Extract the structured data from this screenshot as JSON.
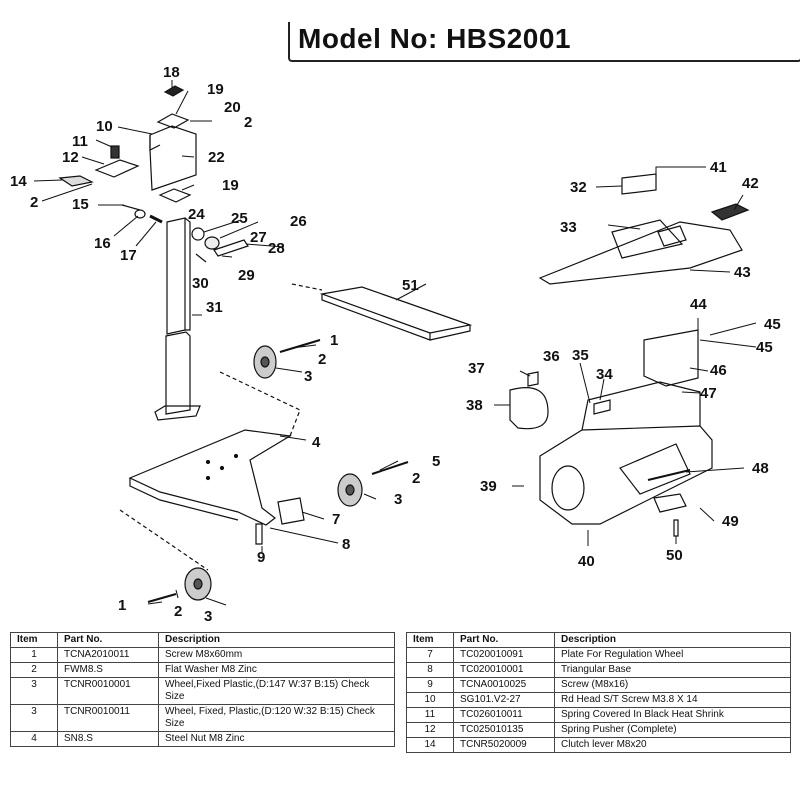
{
  "title": "Model No: HBS2001",
  "callouts": {
    "c1a": "1",
    "c1b": "1",
    "c2a": "2",
    "c2b": "2",
    "c2c": "2",
    "c2d": "2",
    "c3a": "3",
    "c3b": "3",
    "c3c": "3",
    "c4": "4",
    "c5": "5",
    "c7": "7",
    "c8": "8",
    "c9": "9",
    "c10": "10",
    "c11": "11",
    "c12": "12",
    "c14": "14",
    "c15": "15",
    "c16": "16",
    "c17": "17",
    "c18": "18",
    "c19a": "19",
    "c19b": "19",
    "c22": "22",
    "c24": "24",
    "c25": "25",
    "c26": "26",
    "c27": "27",
    "c28": "28",
    "c29": "29",
    "c30": "30",
    "c31": "31",
    "c32": "32",
    "c33": "33",
    "c34": "34",
    "c35": "35",
    "c36": "36",
    "c37": "37",
    "c38": "38",
    "c39": "39",
    "c40": "40",
    "c41": "41",
    "c42": "42",
    "c43": "43",
    "c44": "44",
    "c45a": "45",
    "c45b": "45",
    "c46": "46",
    "c47": "47",
    "c48": "48",
    "c49": "49",
    "c50": "50",
    "c51": "51"
  },
  "table_headers": {
    "item": "Item",
    "part_no": "Part No.",
    "description": "Description"
  },
  "parts_left": [
    {
      "item": "1",
      "part_no": "TCNA2010011",
      "description": "Screw M8x60mm"
    },
    {
      "item": "2",
      "part_no": "FWM8.S",
      "description": "Flat Washer M8 Zinc"
    },
    {
      "item": "3",
      "part_no": "TCNR0010001",
      "description": "Wheel,Fixed Plastic,(D:147 W:37 B:15) Check Size"
    },
    {
      "item": "3",
      "part_no": "TCNR0010011",
      "description": "Wheel, Fixed, Plastic,(D:120 W:32 B:15) Check Size"
    },
    {
      "item": "4",
      "part_no": "SN8.S",
      "description": "Steel Nut M8 Zinc"
    }
  ],
  "parts_right": [
    {
      "item": "7",
      "part_no": "TC020010091",
      "description": "Plate For Regulation Wheel"
    },
    {
      "item": "8",
      "part_no": "TC020010001",
      "description": "Triangular Base"
    },
    {
      "item": "9",
      "part_no": "TCNA0010025",
      "description": "Screw (M8x16)"
    },
    {
      "item": "10",
      "part_no": "SG101.V2-27",
      "description": "Rd Head S/T Screw M3.8 X 14"
    },
    {
      "item": "11",
      "part_no": "TC026010011",
      "description": "Spring Covered In Black Heat Shrink"
    },
    {
      "item": "12",
      "part_no": "TC025010135",
      "description": "Spring Pusher (Complete)"
    },
    {
      "item": "14",
      "part_no": "TCNR5020009",
      "description": "Clutch lever M8x20"
    }
  ]
}
